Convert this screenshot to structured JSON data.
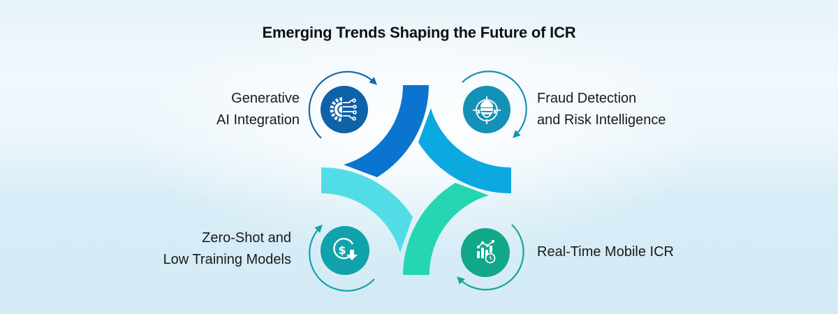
{
  "title": "Emerging Trends Shaping the Future of ICR",
  "trends": [
    {
      "id": "tl",
      "lines": [
        "Generative",
        "AI Integration"
      ],
      "icon": "ai-gear-circuit-icon",
      "circle_color": "#0e62a8",
      "arc_color": "#0a74cf",
      "arrow_color": "#1868a8"
    },
    {
      "id": "tr",
      "lines": [
        "Fraud Detection",
        "and Risk Intelligence"
      ],
      "icon": "fraud-target-thief-icon",
      "circle_color": "#1491b6",
      "arc_color": "#0ba9e0",
      "arrow_color": "#1592b8"
    },
    {
      "id": "bl",
      "lines": [
        "Zero-Shot and",
        "Low Training Models"
      ],
      "icon": "cost-reduction-dollar-icon",
      "circle_color": "#11a2ab",
      "arc_color": "#52dde6",
      "arrow_color": "#13a1ab"
    },
    {
      "id": "br",
      "lines": [
        "Real-Time Mobile ICR"
      ],
      "icon": "realtime-chart-clock-icon",
      "circle_color": "#11a889",
      "arc_color": "#25d6b3",
      "arrow_color": "#14a88a"
    }
  ]
}
